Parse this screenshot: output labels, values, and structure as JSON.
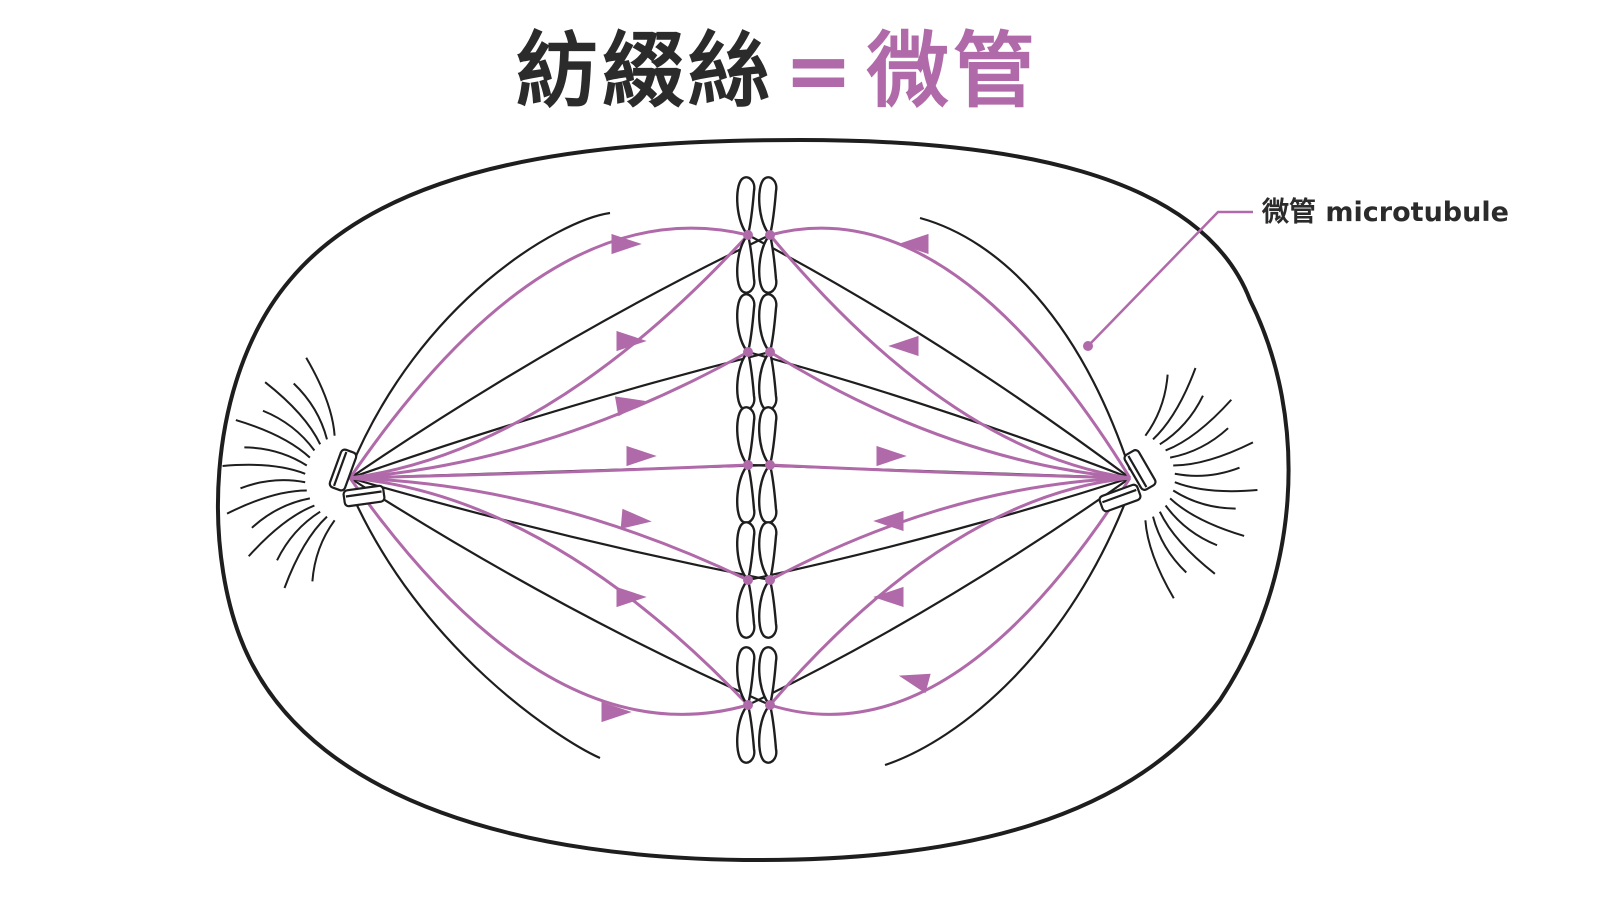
{
  "title": {
    "main": "紡綴絲",
    "equals": "=",
    "sub": "微管"
  },
  "annotation": {
    "label": "微管 microtubule"
  },
  "colors": {
    "text": "#2b2b2b",
    "accent": "#b06aa9",
    "outline": "#1e1e1e",
    "background": "#ffffff"
  },
  "diagram": {
    "chromosome_count": 5,
    "icons": [
      "cell-outline",
      "centrosome-left-icon",
      "centrosome-right-icon",
      "chromosome-icon",
      "spindle-fiber",
      "astral-ray"
    ]
  }
}
